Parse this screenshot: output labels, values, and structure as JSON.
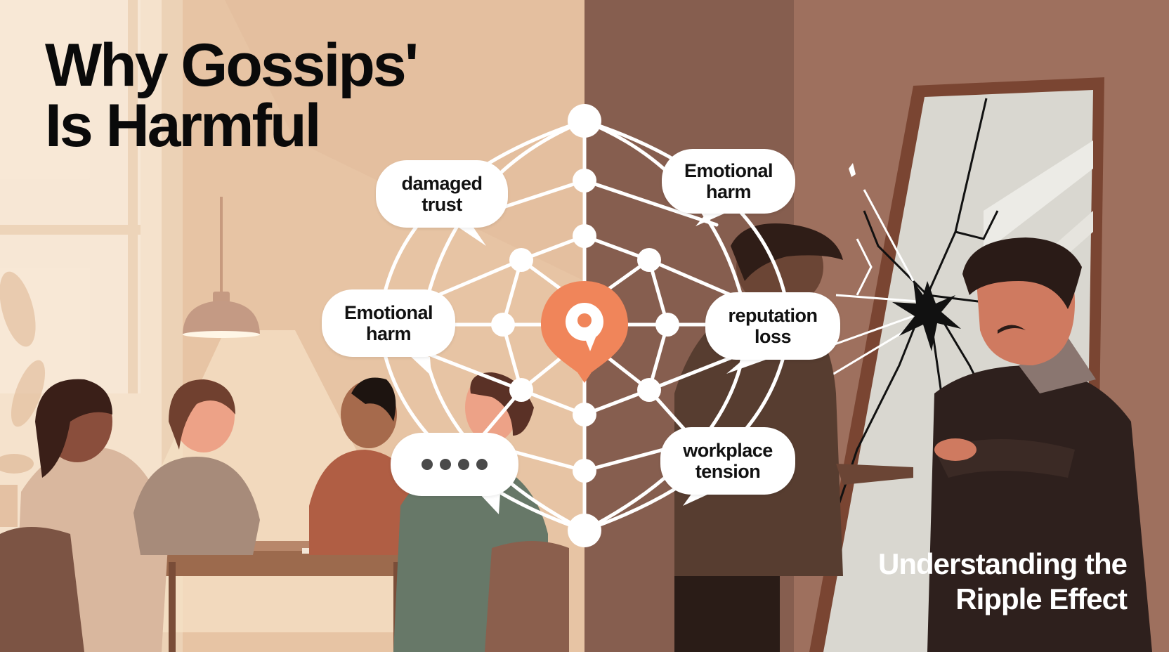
{
  "title": {
    "line1": "Why Gossips'",
    "line2": "Is Harmful"
  },
  "subtitle": {
    "line1": "Understanding the",
    "line2": "Ripple Effect"
  },
  "center_icon": "speech-pin-icon",
  "bubbles": [
    {
      "id": "damaged-trust",
      "line1": "damaged",
      "line2": "trust"
    },
    {
      "id": "emotional-harm-left",
      "line1": "Emotional",
      "line2": "harm"
    },
    {
      "id": "ellipsis",
      "text": "...."
    },
    {
      "id": "emotional-harm-right",
      "line1": "Emotional",
      "line2": "harm"
    },
    {
      "id": "reputation-loss",
      "line1": "reputation",
      "line2": "loss"
    },
    {
      "id": "workplace-tension",
      "line1": "workplace",
      "line2": "tension"
    }
  ],
  "colors": {
    "left_bg": "#e7c4a4",
    "right_bg": "#865e4f",
    "accent_orange": "#f0855a",
    "network_white": "#ffffff",
    "title_text": "#0a0a0a",
    "subtitle_text": "#ffffff"
  }
}
